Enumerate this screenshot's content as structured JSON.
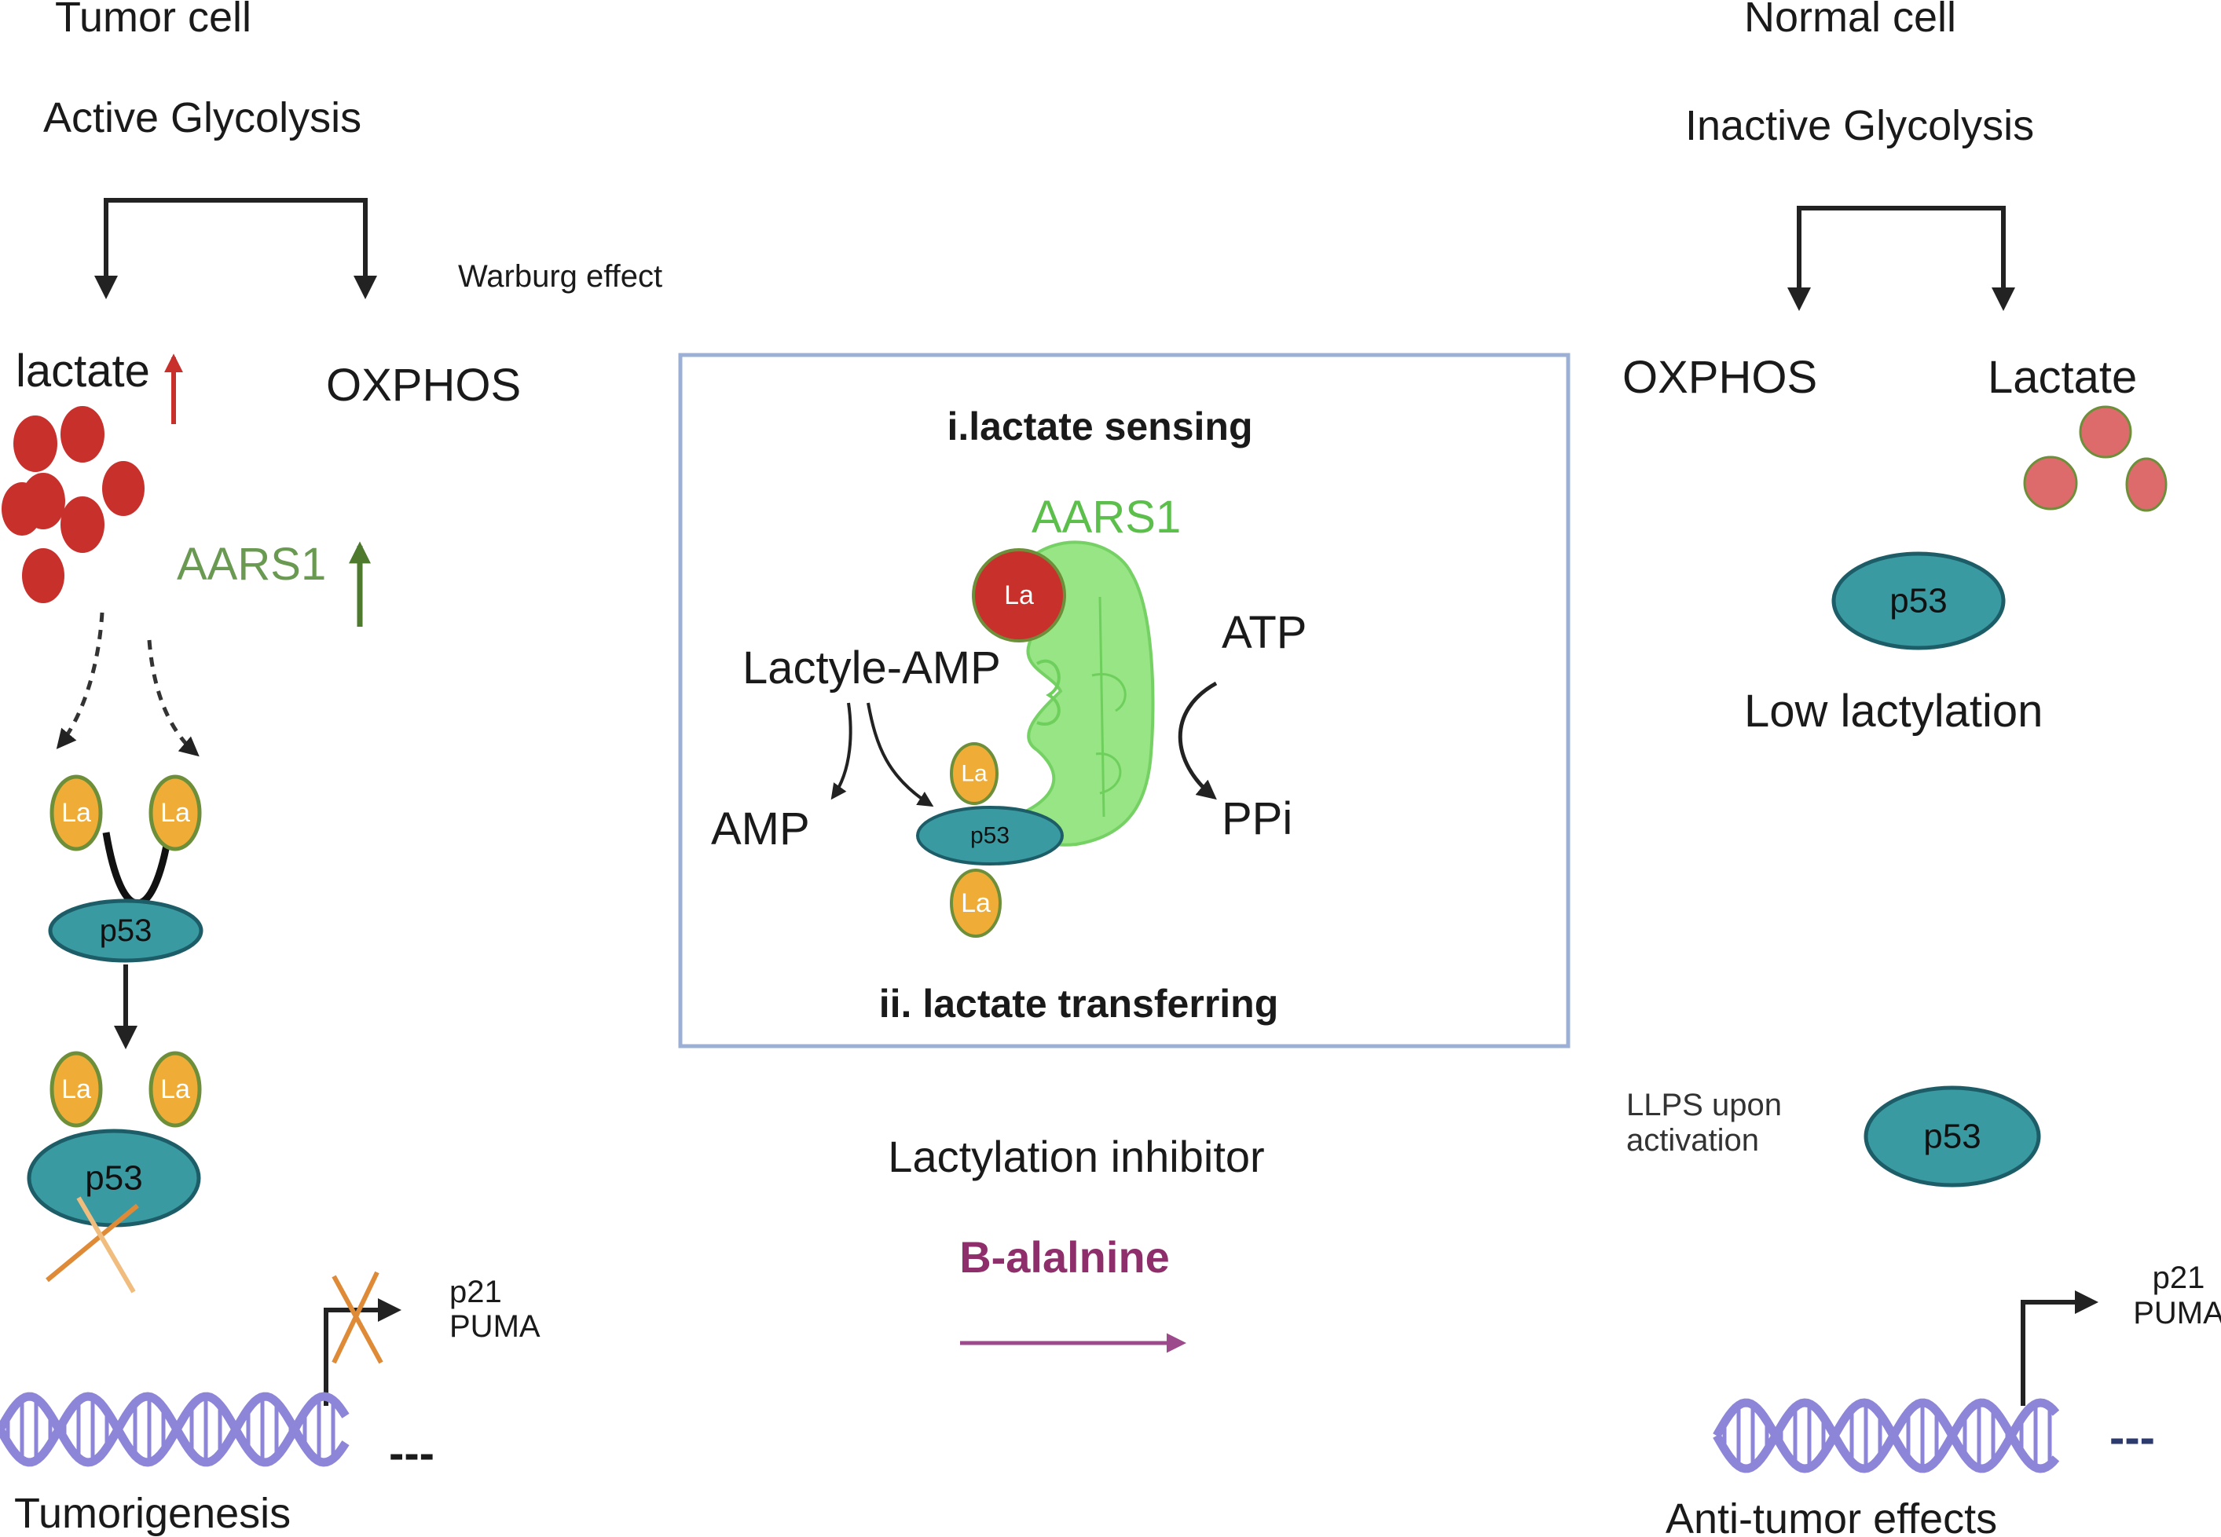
{
  "tumor": {
    "title": "Tumor cell",
    "glycolysis": "Active Glycolysis",
    "warburg": "Warburg effect",
    "lactate": "lactate",
    "oxphos": "OXPHOS",
    "aars1": "AARS1",
    "la": "La",
    "p53": "p53",
    "genes": [
      "p21",
      "PUMA"
    ],
    "dots": "---",
    "outcome": "Tumorigenesis"
  },
  "center": {
    "step1": "i.lactate sensing",
    "step2": "ii. lactate transferring",
    "aars1": "AARS1",
    "la": "La",
    "lactyl_amp": "Lactyle-AMP",
    "amp": "AMP",
    "atp": "ATP",
    "ppi": "PPi",
    "p53": "p53",
    "inhibitor": "Lactylation inhibitor",
    "drug": "B-alalnine"
  },
  "normal": {
    "title": "Normal cell",
    "glycolysis": "Inactive Glycolysis",
    "oxphos": "OXPHOS",
    "lactate": "Lactate",
    "p53": "p53",
    "low": "Low lactylation",
    "llps": [
      "LLPS upon",
      "activation"
    ],
    "genes": [
      "p21",
      "PUMA"
    ],
    "dots": "---",
    "outcome": "Anti-tumor effects"
  },
  "colors": {
    "lactate_red": "#c8302c",
    "lactate_pale": "#dd6b6b",
    "la_orange": "#efad37",
    "la_border": "#6d8f3a",
    "p53_teal": "#3a9aa2",
    "p53_border": "#1d5d68",
    "aars1_green": "#5cbf4b",
    "aars1_fill": "#92e47f",
    "dna_purple": "#8d85d8",
    "drug_purple": "#8e2e6b",
    "box_border": "#9bb0d4",
    "cross_orange": "#de8a36"
  }
}
